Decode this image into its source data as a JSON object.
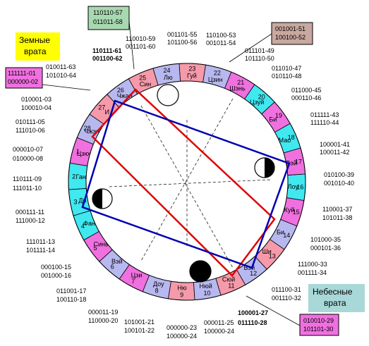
{
  "gates": {
    "earth": {
      "label": [
        "Земные",
        "врата"
      ],
      "color": "#ffff00"
    },
    "heaven": {
      "label": [
        "Небесные",
        "врата"
      ],
      "color": "#a8d8d8"
    }
  },
  "palette": {
    "pink": "#f59aaa",
    "magenta": "#f070e0",
    "cyan": "#40e8f0",
    "lilac": "#b8b8f0",
    "red": "#e00000",
    "blue": "#0000b0"
  },
  "sectors": [
    {
      "n": "1",
      "name": "Цзюе",
      "color": "#f070e0"
    },
    {
      "n": "2",
      "name": "Ган",
      "color": "#40e8f0"
    },
    {
      "n": "3",
      "name": "Ди",
      "color": "#40e8f0"
    },
    {
      "n": "4",
      "name": "Фан",
      "color": "#40e8f0"
    },
    {
      "n": "5",
      "name": "Синь",
      "color": "#f070e0"
    },
    {
      "n": "6",
      "name": "Вэй",
      "color": "#b8b8f0"
    },
    {
      "n": "7",
      "name": "Цзи",
      "color": "#f070e0"
    },
    {
      "n": "8",
      "name": "Доу",
      "color": "#b8b8f0"
    },
    {
      "n": "9",
      "name": "Ню",
      "color": "#f59aaa"
    },
    {
      "n": "10",
      "name": "Нюй",
      "color": "#b8b8f0"
    },
    {
      "n": "11",
      "name": "Сюй",
      "color": "#f59aaa"
    },
    {
      "n": "12",
      "name": "Вэй",
      "color": "#b8b8f0"
    },
    {
      "n": "13",
      "name": "Ши",
      "color": "#f59aaa"
    },
    {
      "n": "14",
      "name": "Би",
      "color": "#b8b8f0"
    },
    {
      "n": "15",
      "name": "Куй",
      "color": "#f070e0"
    },
    {
      "n": "16",
      "name": "Лоу",
      "color": "#40e8f0"
    },
    {
      "n": "17",
      "name": "Вэй",
      "color": "#f070e0"
    },
    {
      "n": "18",
      "name": "Мао",
      "color": "#40e8f0"
    },
    {
      "n": "19",
      "name": "Би",
      "color": "#f070e0"
    },
    {
      "n": "20",
      "name": "Цзуй",
      "color": "#40e8f0"
    },
    {
      "n": "21",
      "name": "Шэнь",
      "color": "#f070e0"
    },
    {
      "n": "22",
      "name": "Цзин",
      "color": "#b8b8f0"
    },
    {
      "n": "23",
      "name": "Гуй",
      "color": "#f59aaa"
    },
    {
      "n": "24",
      "name": "Лю",
      "color": "#b8b8f0"
    },
    {
      "n": "25",
      "name": "Син",
      "color": "#f59aaa"
    },
    {
      "n": "26",
      "name": "Чжан",
      "color": "#b8b8f0"
    },
    {
      "n": "27",
      "name": "И",
      "color": "#f59aaa"
    },
    {
      "n": "28",
      "name": "Чжэнь",
      "color": "#b8b8f0"
    }
  ],
  "codes": [
    {
      "l1": "110111-61",
      "l2": "001100-62",
      "bold": true
    },
    {
      "l1": "110010-59",
      "l2": "001101-60"
    },
    {
      "l1": "001101-55",
      "l2": "101100-56"
    },
    {
      "l1": "110100-53",
      "l2": "001011-54"
    },
    {
      "l1": "011101-49",
      "l2": "101110-50"
    },
    {
      "l1": "011010-47",
      "l2": "010110-48"
    },
    {
      "l1": "011000-45",
      "l2": "000110-46"
    },
    {
      "l1": "011111-43",
      "l2": "111110-44"
    },
    {
      "l1": "100001-41",
      "l2": "100011-42"
    },
    {
      "l1": "010100-39",
      "l2": "001010-40"
    },
    {
      "l1": "110001-37",
      "l2": "101011-38"
    },
    {
      "l1": "101000-35",
      "l2": "000101-36"
    },
    {
      "l1": "111000-33",
      "l2": "001111-34"
    },
    {
      "l1": "011100-31",
      "l2": "001110-32"
    },
    {
      "l1": "100001-27",
      "l2": "011110-28",
      "bold": true
    },
    {
      "l1": "000011-25",
      "l2": "100000-24"
    },
    {
      "l1": "000000-23",
      "l2": "100000-24"
    },
    {
      "l1": "101001-21",
      "l2": "100101-22"
    },
    {
      "l1": "000011-19",
      "l2": "110000-20"
    },
    {
      "l1": "011001-17",
      "l2": "100110-18"
    },
    {
      "l1": "000100-15",
      "l2": "001000-16"
    },
    {
      "l1": "111011-13",
      "l2": "101111-14"
    },
    {
      "l1": "000111-11",
      "l2": "111000-12"
    },
    {
      "l1": "110111-09",
      "l2": "111011-10"
    },
    {
      "l1": "000010-07",
      "l2": "010000-08"
    },
    {
      "l1": "010111-05",
      "l2": "111010-06"
    },
    {
      "l1": "010001-03",
      "l2": "100010-04"
    },
    {
      "l1": "010011-63",
      "l2": "101010-64"
    }
  ],
  "boxes": {
    "top_green": {
      "l1": "110110-57",
      "l2": "011011-58",
      "color": "#a8d8b0"
    },
    "top_right": {
      "l1": "001001-51",
      "l2": "100100-52",
      "color": "#c8a8a0"
    },
    "left_magenta": {
      "l1": "111111-01",
      "l2": "000000-02",
      "color": "#f070e0"
    },
    "bottom_right": {
      "l1": "010010-29",
      "l2": "101101-30",
      "color": "#f070e0"
    }
  }
}
